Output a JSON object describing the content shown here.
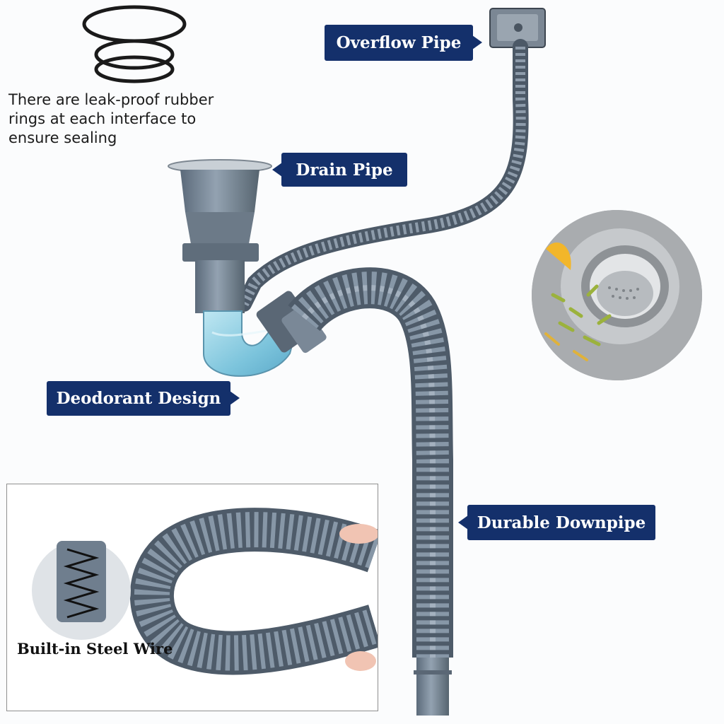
{
  "labels": {
    "overflow_pipe": "Overflow Pipe",
    "drain_pipe": "Drain Pipe",
    "deodorant_design": "Deodorant Design",
    "durable_downpipe": "Durable Downpipe"
  },
  "sealing_note": "There are leak-proof rubber rings at each interface to ensure sealing",
  "inset": {
    "caption": "Built-in Steel Wire"
  },
  "colors": {
    "label_background": "#14306b",
    "label_text": "#ffffff",
    "pipe_gray": "#6d7c8c",
    "water_blue": "#8fd0e3"
  }
}
